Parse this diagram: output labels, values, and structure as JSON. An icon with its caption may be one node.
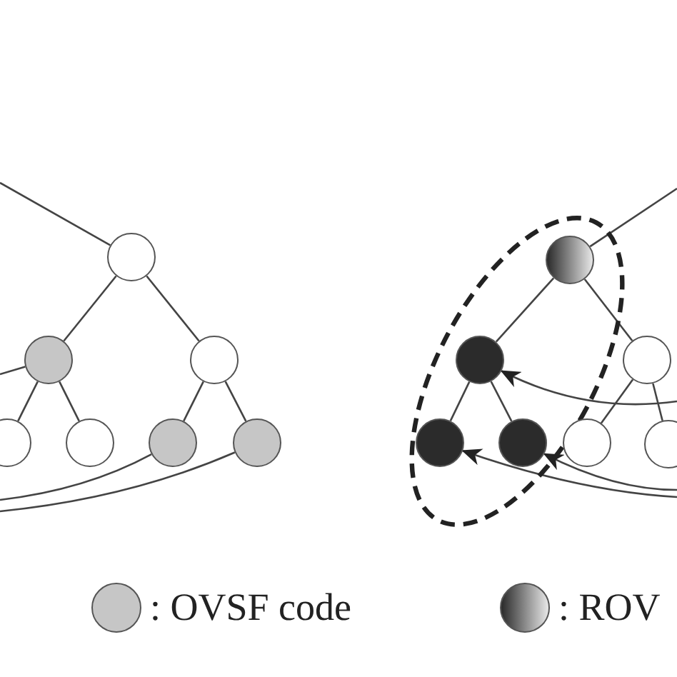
{
  "diagram": {
    "nodes": [
      {
        "text": [],
        "shape": "circle"
      },
      {
        "text": [],
        "shape": "circle"
      },
      {
        "text": [],
        "shape": "circle"
      },
      {
        "text": [],
        "shape": "circle"
      },
      {
        "text": [],
        "shape": "circle"
      },
      {
        "text": [],
        "shape": "circle"
      },
      {
        "text": [],
        "shape": "circle"
      },
      {
        "text": [],
        "shape": "ellipse"
      },
      {
        "text": [],
        "shape": "circle",
        "in": 7
      },
      {
        "text": [],
        "shape": "circle",
        "in": 7
      },
      {
        "text": [],
        "shape": "circle"
      },
      {
        "text": [],
        "shape": "circle",
        "in": 7
      },
      {
        "text": [],
        "shape": "circle",
        "in": 7
      },
      {
        "text": [],
        "shape": "circle"
      },
      {
        "text": [],
        "shape": "circle"
      }
    ],
    "edges": [
      {
        "from": 0,
        "to": 1,
        "arrow": "none"
      },
      {
        "from": 0,
        "to": 2,
        "arrow": "none"
      },
      {
        "from": 1,
        "to": 3,
        "arrow": "none"
      },
      {
        "from": 1,
        "to": 4,
        "arrow": "none"
      },
      {
        "from": 2,
        "to": 5,
        "arrow": "none"
      },
      {
        "from": 2,
        "to": 6,
        "arrow": "none"
      },
      {
        "from": null,
        "to": 0,
        "arrow": "none"
      },
      {
        "from": null,
        "to": 1,
        "arrow": "none"
      },
      {
        "from": 5,
        "to": null,
        "arrow": "none"
      },
      {
        "from": 6,
        "to": null,
        "arrow": "none"
      },
      {
        "from": 8,
        "to": 9,
        "arrow": "none"
      },
      {
        "from": 8,
        "to": 10,
        "arrow": "none"
      },
      {
        "from": 9,
        "to": 11,
        "arrow": "none"
      },
      {
        "from": 9,
        "to": 12,
        "arrow": "none"
      },
      {
        "from": 10,
        "to": 13,
        "arrow": "none"
      },
      {
        "from": 10,
        "to": 14,
        "arrow": "none"
      },
      {
        "from": 8,
        "to": null,
        "arrow": "none"
      },
      {
        "from": null,
        "to": 9,
        "arrow": "to"
      },
      {
        "from": null,
        "to": 11,
        "arrow": "to"
      },
      {
        "from": null,
        "to": 12,
        "arrow": "to"
      }
    ],
    "legend": [
      {
        "text": ": OVSF code",
        "color": "#c6c6c6"
      },
      {
        "text": ": ROV"
      }
    ]
  }
}
